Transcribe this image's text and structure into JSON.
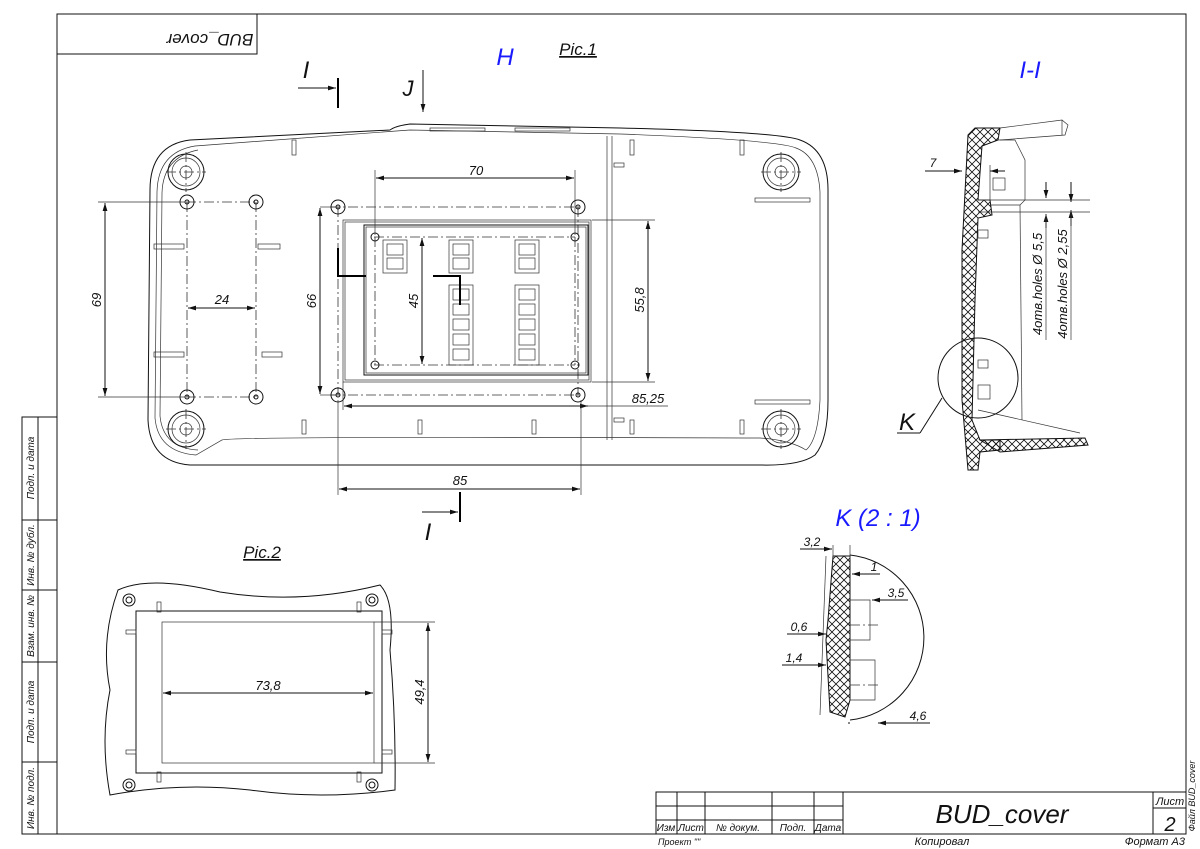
{
  "drawing": {
    "corner_stamp": "BUD_cover",
    "view_label": "H",
    "pic1_label": "Pic.1",
    "pic2_label": "Pic.2",
    "section_marker": "I",
    "view_marker": "J",
    "section_title": "I-I",
    "detail_marker": "K",
    "detail_title": "K (2 : 1)",
    "accent_color": "#1a1aff"
  },
  "pic1_dimensions": {
    "d70": "70",
    "d69": "69",
    "d24": "24",
    "d66": "66",
    "d45": "45",
    "d55_8": "55,8",
    "d85_25": "85,25",
    "d85": "85"
  },
  "section_dimensions": {
    "d7": "7",
    "holes1": "4отв.holes Ø 5,5",
    "holes2": "4отв.holes Ø 2,55"
  },
  "detail_dimensions": {
    "d3_2": "3,2",
    "d1": "1",
    "d3_5": "3,5",
    "d0_6": "0,6",
    "d1_4": "1,4",
    "d4_6": "4,6"
  },
  "pic2_dimensions": {
    "d73_8": "73,8",
    "d49_4": "49,4"
  },
  "left_strip": [
    "Подп. и дата",
    "Инв. № дубл.",
    "Взам. инв. №",
    "Подп. и дата",
    "Инв. № подл."
  ],
  "title_block": {
    "columns": [
      "Изм",
      "Лист",
      "№ докум.",
      "Подп.",
      "Дата"
    ],
    "title": "BUD_cover",
    "sheet_label": "Лист",
    "sheet_number": "2",
    "project": "Проект \"\"",
    "copied": "Копировал",
    "format": "Формат A3",
    "file": "Файл BUD_cover"
  }
}
